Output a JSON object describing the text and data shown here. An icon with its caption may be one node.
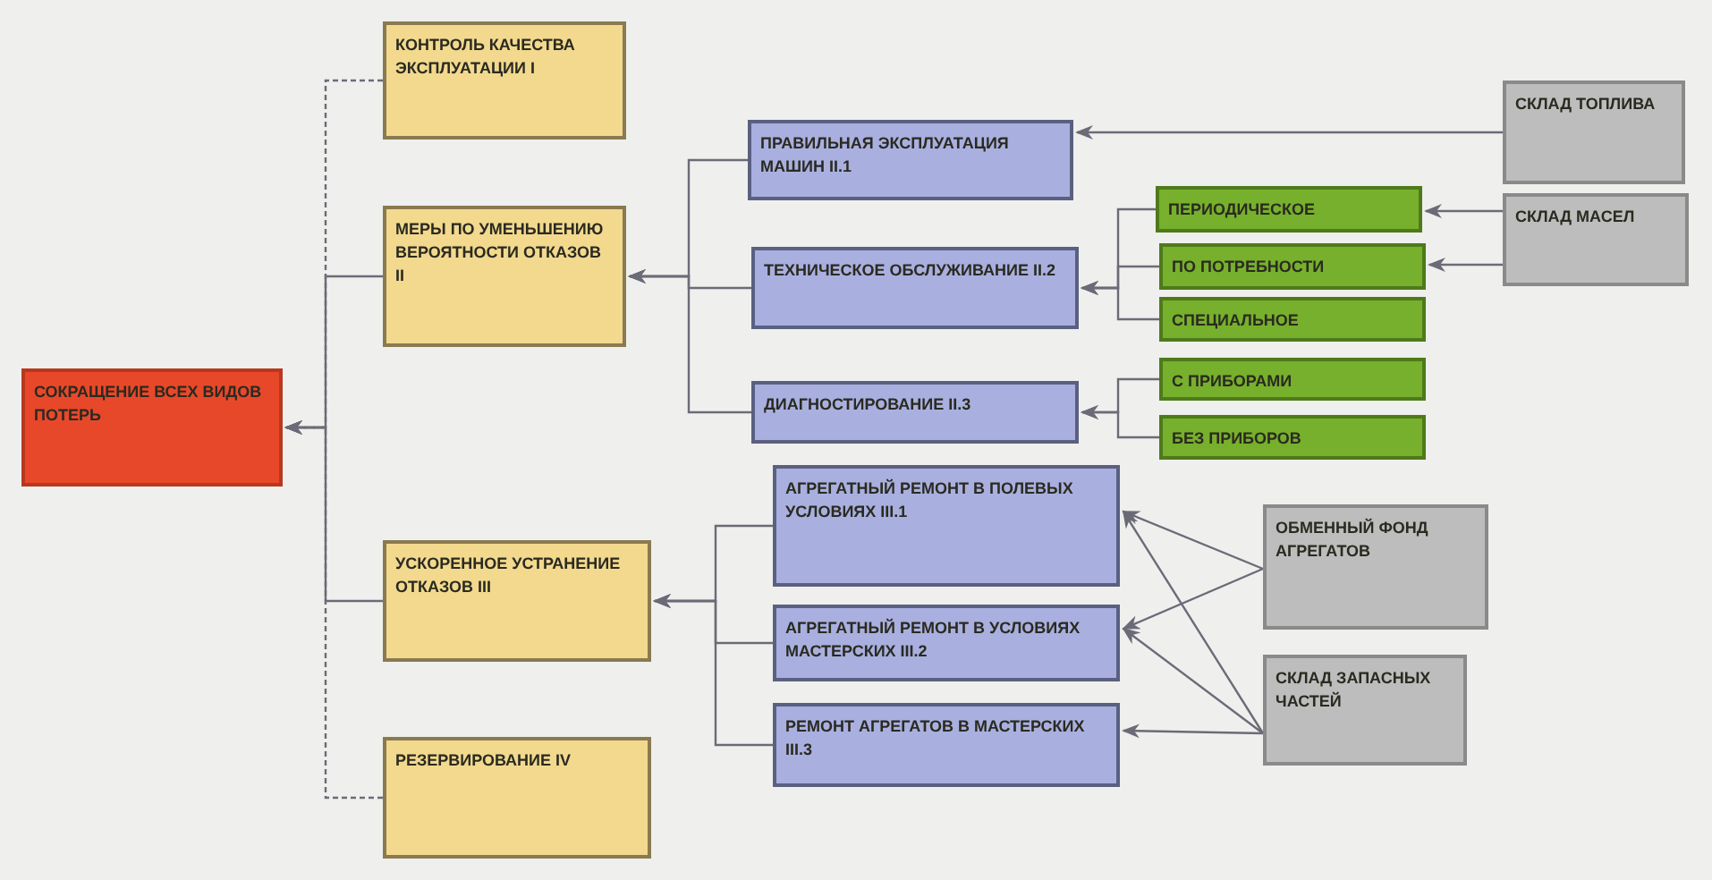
{
  "diagram": {
    "nodes": [
      {
        "text": [
          "СОКРАЩЕНИЕ ВСЕХ ВИДОВ ПОТЕРЬ"
        ]
      },
      {
        "text": [
          "КОНТРОЛЬ КАЧЕСТВА ЭКСПЛУАТАЦИИ I"
        ]
      },
      {
        "text": [
          "МЕРЫ ПО УМЕНЬШЕНИЮ ВЕРОЯТНОСТИ ОТКАЗОВ II"
        ]
      },
      {
        "text": [
          "УСКОРЕННОЕ УСТРАНЕНИЕ ОТКАЗОВ III"
        ]
      },
      {
        "text": [
          "РЕЗЕРВИРОВАНИЕ IV"
        ]
      },
      {
        "text": [
          "ПРАВИЛЬНАЯ ЭКСПЛУАТАЦИЯ МАШИН II.1"
        ]
      },
      {
        "text": [
          "ТЕХНИЧЕСКОЕ ОБСЛУЖИВАНИЕ II.2"
        ]
      },
      {
        "text": [
          "ДИАГНОСТИРОВАНИЕ II.3"
        ]
      },
      {
        "text": [
          "ПЕРИОДИЧЕСКОЕ"
        ]
      },
      {
        "text": [
          "ПО ПОТРЕБНОСТИ"
        ]
      },
      {
        "text": [
          "СПЕЦИАЛЬНОЕ"
        ]
      },
      {
        "text": [
          "С ПРИБОРАМИ"
        ]
      },
      {
        "text": [
          "БЕЗ ПРИБОРОВ"
        ]
      },
      {
        "text": [
          "АГРЕГАТНЫЙ РЕМОНТ В ПОЛЕВЫХ УСЛОВИЯХ III.1"
        ]
      },
      {
        "text": [
          "АГРЕГАТНЫЙ РЕМОНТ В УСЛОВИЯХ МАСТЕРСКИХ III.2"
        ]
      },
      {
        "text": [
          "РЕМОНТ АГРЕГАТОВ В МАСТЕРСКИХ III.3"
        ]
      },
      {
        "text": [
          "СКЛАД ТОПЛИВА"
        ]
      },
      {
        "text": [
          "СКЛАД МАСЕЛ"
        ]
      },
      {
        "text": [
          "ОБМЕННЫЙ ФОНД АГРЕГАТОВ"
        ]
      },
      {
        "text": [
          "СКЛАД ЗАПАСНЫХ ЧАСТЕЙ"
        ]
      }
    ],
    "edges": [
      {
        "from": 1,
        "to": 0,
        "arrow": "to",
        "style": "dashed"
      },
      {
        "from": 2,
        "to": 0,
        "arrow": "to"
      },
      {
        "from": 3,
        "to": 0,
        "arrow": "to"
      },
      {
        "from": 4,
        "to": 0,
        "arrow": "to",
        "style": "dashed"
      },
      {
        "from": 5,
        "to": 2,
        "arrow": "to"
      },
      {
        "from": 6,
        "to": 2,
        "arrow": "to"
      },
      {
        "from": 7,
        "to": 2,
        "arrow": "to"
      },
      {
        "from": 8,
        "to": 6,
        "arrow": "to"
      },
      {
        "from": 9,
        "to": 6,
        "arrow": "to"
      },
      {
        "from": 10,
        "to": 6,
        "arrow": "to"
      },
      {
        "from": 11,
        "to": 7,
        "arrow": "to"
      },
      {
        "from": 12,
        "to": 7,
        "arrow": "to"
      },
      {
        "from": 13,
        "to": 3,
        "arrow": "to"
      },
      {
        "from": 14,
        "to": 3,
        "arrow": "to"
      },
      {
        "from": 15,
        "to": 3,
        "arrow": "to"
      },
      {
        "from": 16,
        "to": 5,
        "arrow": "to"
      },
      {
        "from": 17,
        "to": 8,
        "arrow": "to"
      },
      {
        "from": 17,
        "to": 9,
        "arrow": "to"
      },
      {
        "from": 18,
        "to": 13,
        "arrow": "to"
      },
      {
        "from": 18,
        "to": 14,
        "arrow": "to"
      },
      {
        "from": 19,
        "to": 13,
        "arrow": "to"
      },
      {
        "from": 19,
        "to": 14,
        "arrow": "to"
      },
      {
        "from": 19,
        "to": 15,
        "arrow": "to"
      }
    ]
  }
}
